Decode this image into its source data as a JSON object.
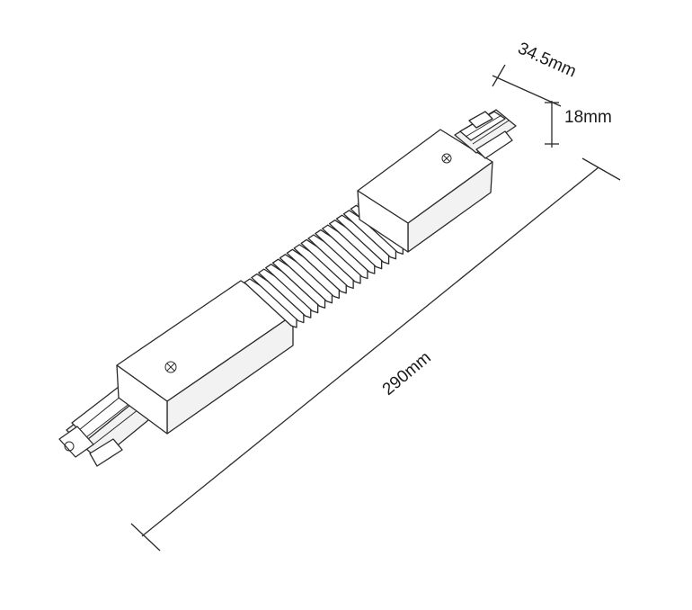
{
  "dimensions": {
    "width": "34.5mm",
    "height": "18mm",
    "length": "290mm"
  },
  "line_color": "#2a2a2a",
  "background": "#ffffff"
}
